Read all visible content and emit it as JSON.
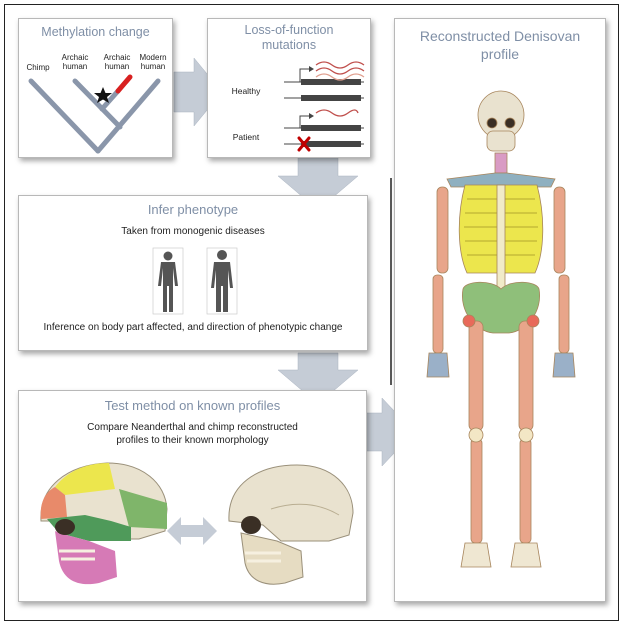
{
  "panels": {
    "methylation": {
      "title": "Methylation change",
      "species": [
        "Chimp",
        "Archaic\nhuman",
        "Archaic\nhuman",
        "Modern\nhuman"
      ]
    },
    "loss": {
      "title": "Loss-of-function\nmutations",
      "healthy_label": "Healthy",
      "patient_label": "Patient"
    },
    "infer": {
      "title": "Infer phenotype",
      "subtitle": "Taken from monogenic diseases",
      "caption": "Inference on body part affected, and direction of phenotypic change"
    },
    "test": {
      "title": "Test method on known profiles",
      "caption": "Compare Neanderthal and chimp reconstructed\nprofiles to their known morphology"
    },
    "profile": {
      "title": "Reconstructed Denisovan\nprofile"
    }
  },
  "colors": {
    "title": "#7f8fa6",
    "arrow": "#c5ccd6",
    "tree": "#8a96aa",
    "red": "#d82020",
    "bone": "#e8a58a",
    "ribs": "#ece64d",
    "pelvis": "#8fbf7a",
    "skull": "#e9e2cf"
  }
}
